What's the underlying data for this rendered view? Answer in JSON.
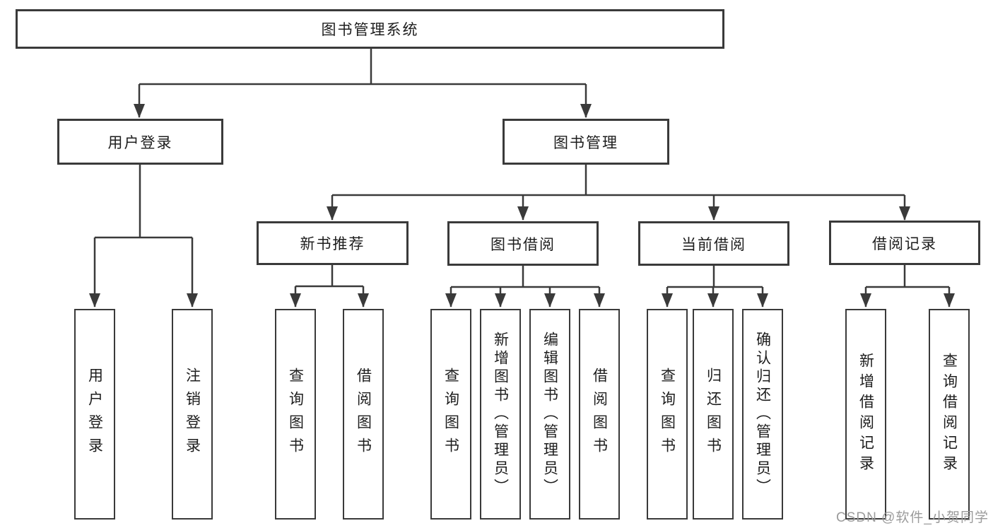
{
  "diagram": {
    "root": {
      "label": "图书管理系统"
    },
    "level2": [
      {
        "label": "用户登录"
      },
      {
        "label": "图书管理"
      }
    ],
    "level3": [
      {
        "label": "新书推荐",
        "parent": "图书管理"
      },
      {
        "label": "图书借阅",
        "parent": "图书管理"
      },
      {
        "label": "当前借阅",
        "parent": "图书管理"
      },
      {
        "label": "借阅记录",
        "parent": "图书管理"
      }
    ],
    "leaves": [
      {
        "label": "用户登录",
        "parent": "用户登录"
      },
      {
        "label": "注销登录",
        "parent": "用户登录"
      },
      {
        "label": "查询图书",
        "parent": "新书推荐"
      },
      {
        "label": "借阅图书",
        "parent": "新书推荐"
      },
      {
        "label": "查询图书",
        "parent": "图书借阅"
      },
      {
        "label": "新增图书（管理员）",
        "parent": "图书借阅"
      },
      {
        "label": "编辑图书（管理员）",
        "parent": "图书借阅"
      },
      {
        "label": "借阅图书",
        "parent": "图书借阅"
      },
      {
        "label": "查询图书",
        "parent": "当前借阅"
      },
      {
        "label": "归还图书",
        "parent": "当前借阅"
      },
      {
        "label": "确认归还（管理员）",
        "parent": "当前借阅"
      },
      {
        "label": "新增借阅记录",
        "parent": "借阅记录"
      },
      {
        "label": "查询借阅记录",
        "parent": "借阅记录"
      }
    ]
  },
  "watermark": {
    "label": "CSDN @软件_小贺同学"
  },
  "colors": {
    "line": "#3a3a3a",
    "text": "#1d1d1d",
    "watermark": "#9b9b9b",
    "background": "#ffffff"
  }
}
